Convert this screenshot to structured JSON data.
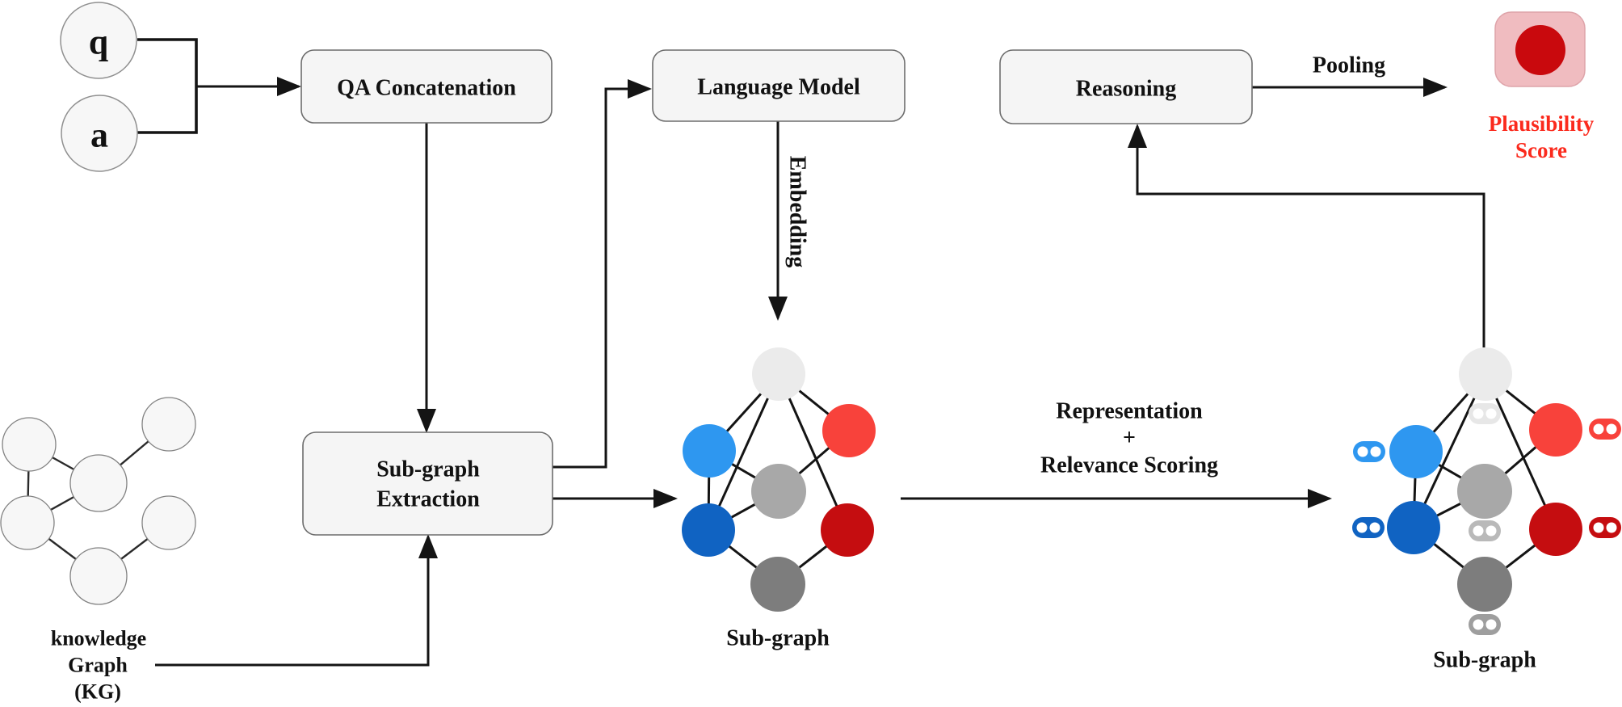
{
  "io": {
    "question_label": "q",
    "answer_label": "a"
  },
  "boxes": {
    "qa_concatenation": "QA Concatenation",
    "language_model": "Language Model",
    "subgraph_extraction_line1": "Sub-graph",
    "subgraph_extraction_line2": "Extraction",
    "reasoning": "Reasoning"
  },
  "labels": {
    "embedding": "Embedding",
    "pooling": "Pooling",
    "representation_line1": "Representation",
    "representation_line2": "+",
    "representation_line3": "Relevance Scoring",
    "subgraph_middle": "Sub-graph",
    "subgraph_right": "Sub-graph",
    "kg_line1": "knowledge",
    "kg_line2": "Graph",
    "kg_line3": "(KG)",
    "plausibility_line1": "Plausibility",
    "plausibility_line2": "Score"
  },
  "icons": {
    "relevance_link": "link-icon",
    "plausibility_score": "score-icon"
  },
  "colors": {
    "light_blue": "#2E97F0",
    "dark_blue": "#1063C2",
    "red": "#F8423B",
    "dark_red": "#C50D10",
    "node_light": "#EBEBEB",
    "mid_gray": "#A8A8A8",
    "dark_gray": "#7D7D7D",
    "pill_light": "#E7E7E7",
    "pill_mid": "#B9B9B9",
    "pill_dark": "#9E9E9E",
    "pink": "#F0BCC0",
    "pink_border": "#DEA3A9",
    "score_circle": "#C9090D",
    "score_text": "#FB2A1D"
  }
}
